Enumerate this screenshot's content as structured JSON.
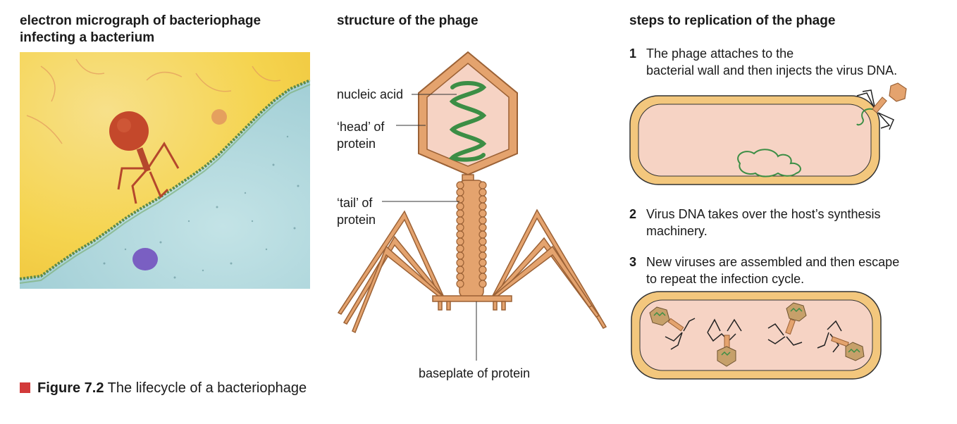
{
  "colors": {
    "capsule_fill": "#f6d3c4",
    "capsule_wall": "#f3c77d",
    "phage_body": "#e4a36e",
    "dna": "#3c8e45",
    "caption_marker": "#d23a3a",
    "micro_yellow": "#f5d44f",
    "micro_blue": "#a7d3d9"
  },
  "micrograph": {
    "title_line1": "electron micrograph of bacteriophage",
    "title_line2": "infecting a bacterium"
  },
  "structure": {
    "title": "structure of the phage",
    "label_nucleic_acid": "nucleic acid",
    "label_head_line1": "‘head’ of",
    "label_head_line2": "protein",
    "label_tail_line1": "‘tail’ of",
    "label_tail_line2": "protein",
    "label_baseplate": "baseplate of protein"
  },
  "steps": {
    "title": "steps to replication of the phage",
    "items": [
      {
        "num": "1",
        "line1": "The phage attaches to the",
        "line2": "bacterial wall and then injects the virus DNA."
      },
      {
        "num": "2",
        "line1": "Virus DNA takes over the host’s synthesis",
        "line2": "machinery."
      },
      {
        "num": "3",
        "line1": "New viruses are assembled and then escape",
        "line2": "to repeat the infection cycle."
      }
    ]
  },
  "caption": {
    "figure": "Figure 7.2",
    "text": " The lifecycle of a bacteriophage"
  }
}
